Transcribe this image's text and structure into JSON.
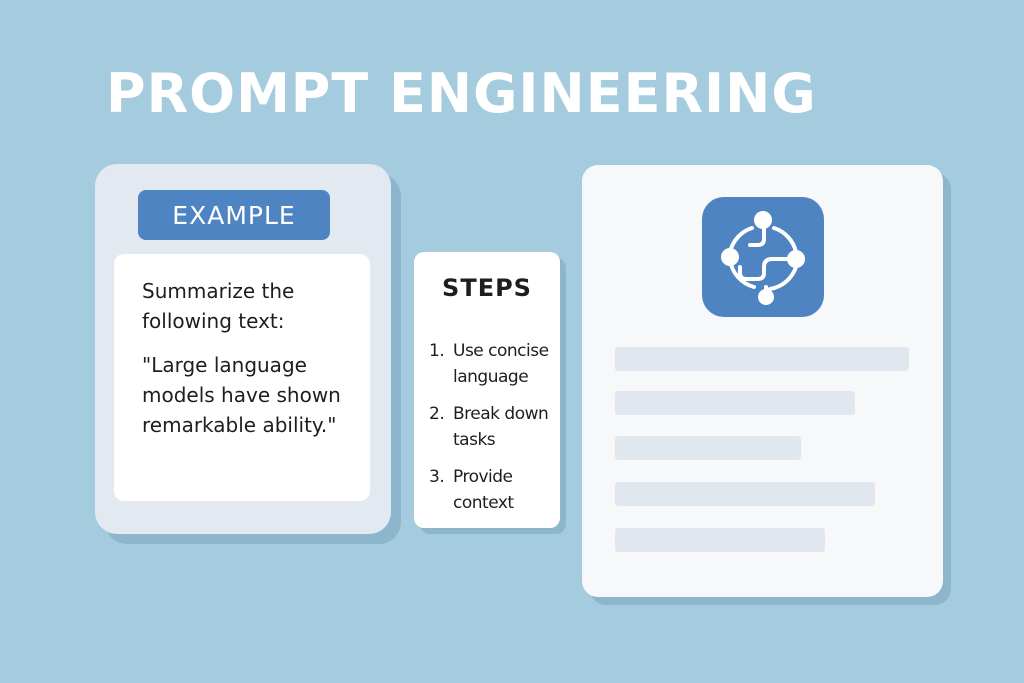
{
  "header": {
    "title": "PROMPT ENGINEERING"
  },
  "example": {
    "badge": "EXAMPLE",
    "instruction": "Summarize the following text:",
    "quote": "\"Large language models have shown remarkable ability.\""
  },
  "steps": {
    "title": "STEPS",
    "items": [
      {
        "number": "1.",
        "text": "Use concise language"
      },
      {
        "number": "2.",
        "text": "Break down tasks"
      },
      {
        "number": "3.",
        "text": "Provide context"
      }
    ]
  },
  "document": {
    "icon": "network-nodes-icon"
  },
  "colors": {
    "background": "#a5cbde",
    "accent": "#4f84c3",
    "card": "#e2e9f0",
    "placeholder_line": "#e0e7ee"
  }
}
